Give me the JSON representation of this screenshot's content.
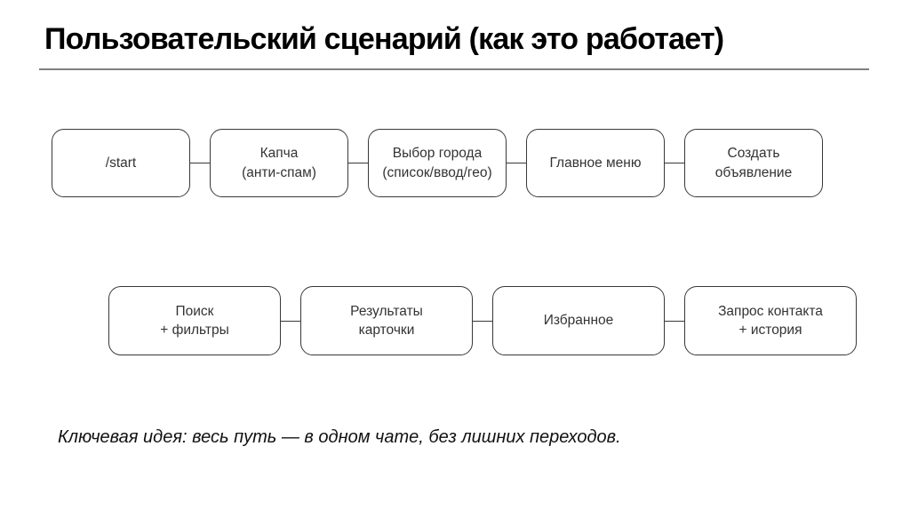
{
  "slide": {
    "title": "Пользовательский сценарий (как это работает)",
    "footer_note": "Ключевая идея: весь путь — в одном чате, без лишних переходов."
  },
  "colors": {
    "background": "#ffffff",
    "title_text": "#000000",
    "divider": "#7f7f7f",
    "node_border": "#383838",
    "node_fill": "#ffffff",
    "node_text": "#333333",
    "connector": "#383838"
  },
  "flow": {
    "row1": [
      {
        "label": "/start"
      },
      {
        "label": "Капча\n(анти-спам)"
      },
      {
        "label": "Выбор города\n(список/ввод/гео)"
      },
      {
        "label": "Главное меню"
      },
      {
        "label": "Создать\nобъявление"
      }
    ],
    "row2": [
      {
        "label": "Поиск\n+ фильтры"
      },
      {
        "label": "Результаты\nкарточки"
      },
      {
        "label": "Избранное"
      },
      {
        "label": "Запрос контакта\n+ история"
      }
    ]
  }
}
